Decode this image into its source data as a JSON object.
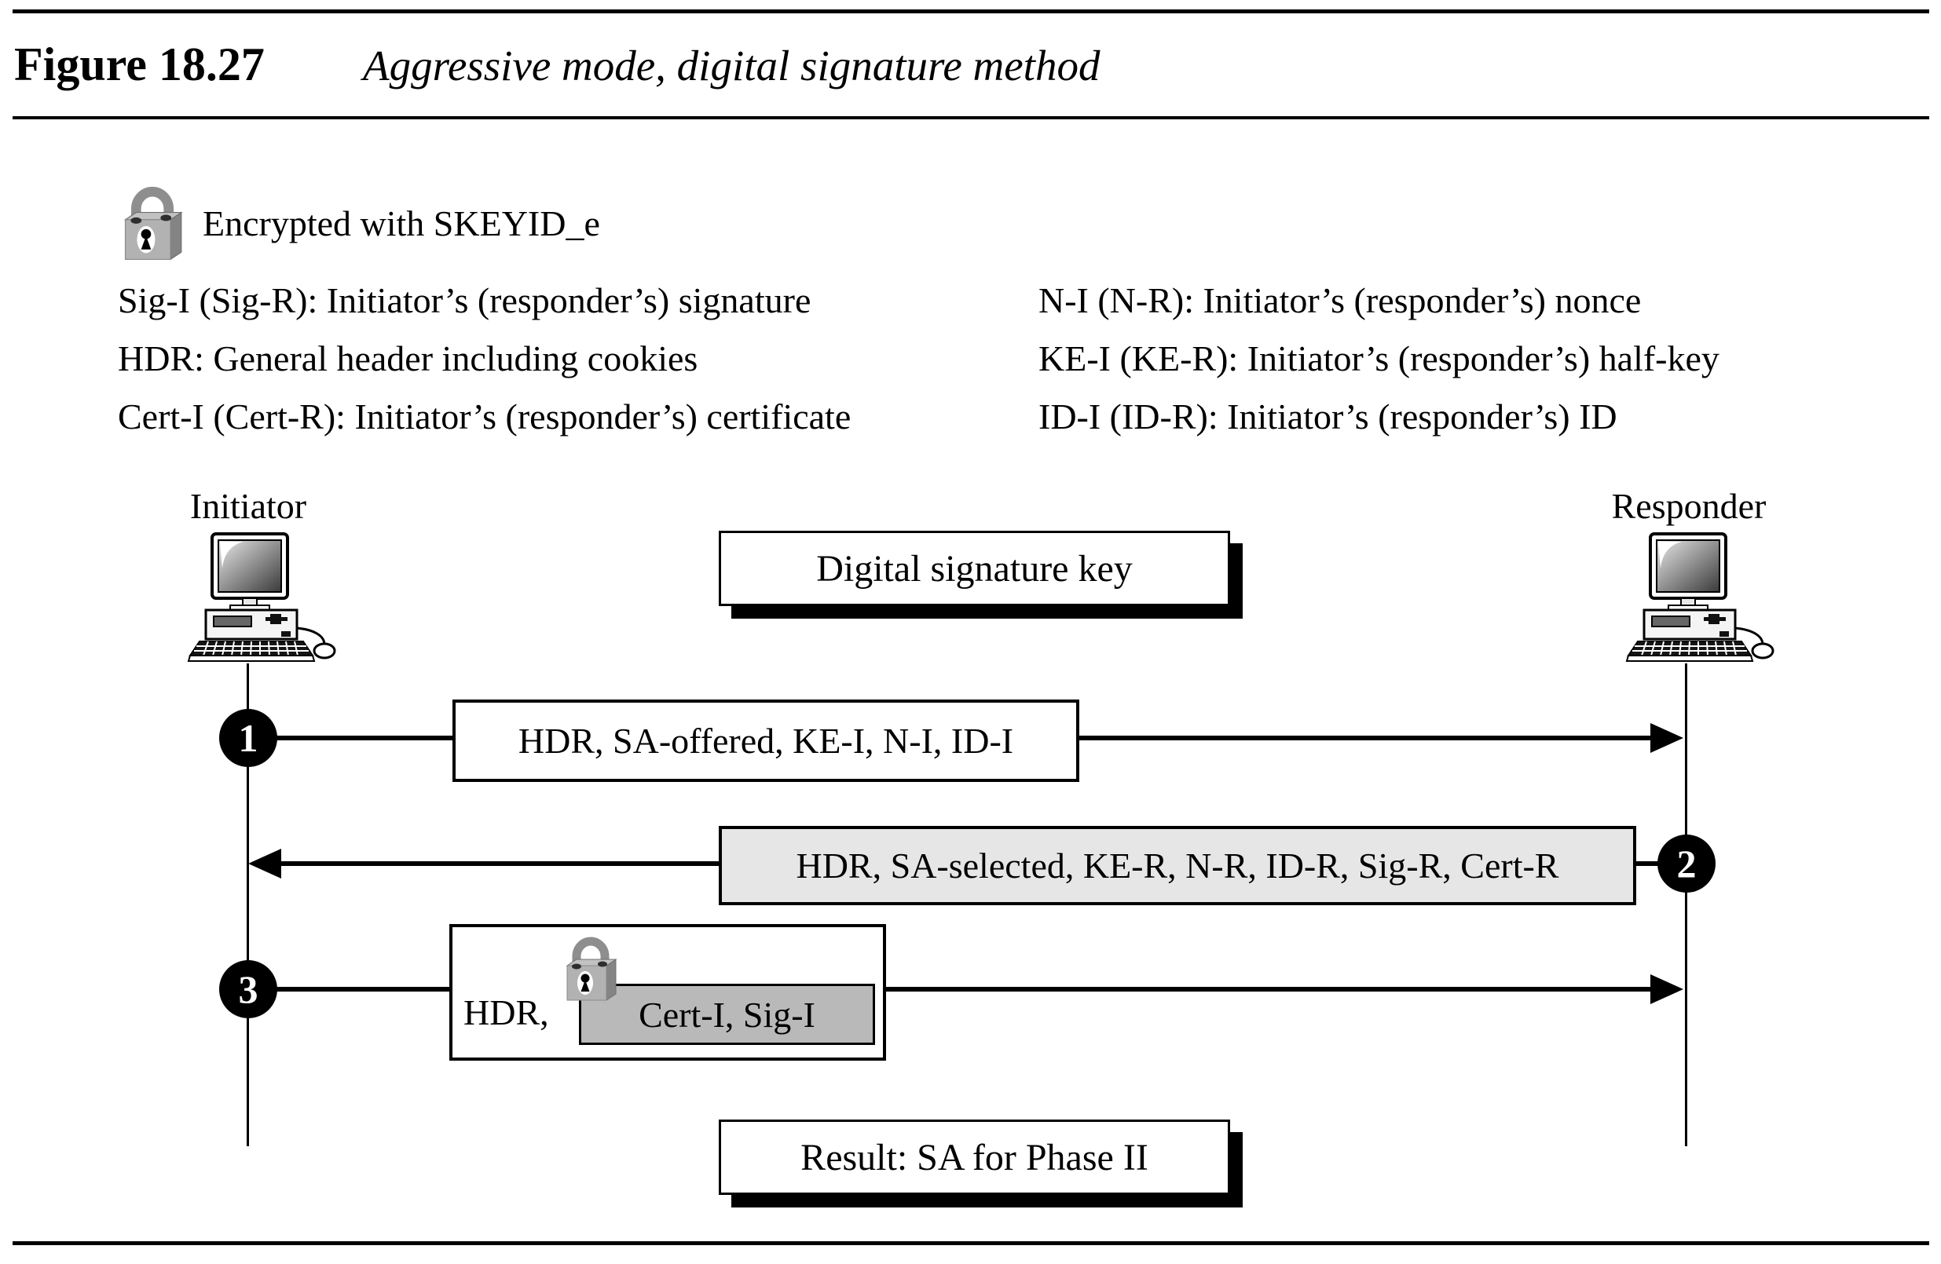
{
  "figure": {
    "label": "Figure 18.27",
    "title": "Aggressive mode, digital signature method"
  },
  "legend": {
    "encrypted_note": "Encrypted with SKEYID_e",
    "left": [
      "Sig-I (Sig-R): Initiator’s (responder’s) signature",
      "HDR: General header including cookies",
      "Cert-I (Cert-R): Initiator’s (responder’s) certificate"
    ],
    "right": [
      "N-I (N-R): Initiator’s (responder’s) nonce",
      "KE-I (KE-R): Initiator’s (responder’s) half-key",
      "ID-I (ID-R): Initiator’s (responder’s) ID"
    ]
  },
  "actors": {
    "initiator": "Initiator",
    "responder": "Responder"
  },
  "banners": {
    "key_method": "Digital signature key",
    "result": "Result: SA for Phase II"
  },
  "messages": {
    "m1": {
      "number": "1",
      "direction": "right",
      "label": "HDR, SA-offered, KE-I, N-I, ID-I"
    },
    "m2": {
      "number": "2",
      "direction": "left",
      "label": "HDR, SA-selected, KE-R, N-R, ID-R, Sig-R, Cert-R"
    },
    "m3": {
      "number": "3",
      "direction": "right",
      "prefix": "HDR,",
      "encrypted_payload": "Cert-I, Sig-I"
    }
  },
  "colors": {
    "ink": "#000000",
    "selected_box_fill": "#e6e6e6",
    "encrypted_box_fill": "#b9b9b9",
    "lock_gray": "#8e8e8e"
  }
}
